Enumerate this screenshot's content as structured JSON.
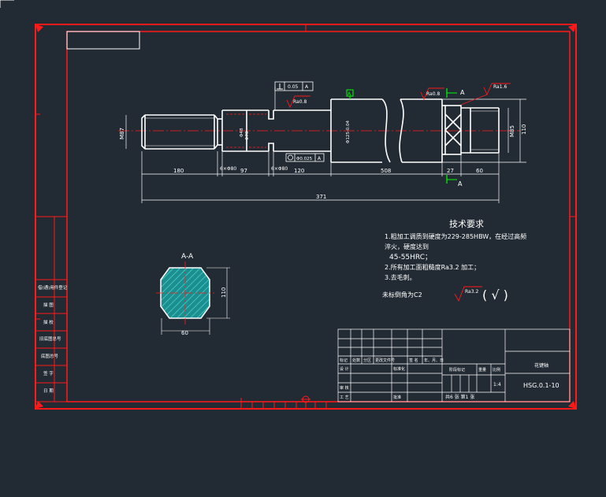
{
  "dimensions": {
    "d_left": "M87",
    "d_right": "M85",
    "h_right": "110",
    "lens": [
      "180",
      "97",
      "120",
      "508",
      "27",
      "60"
    ],
    "groove_a": "6×Φ80",
    "groove_b": "6×Φ80",
    "total": "371",
    "dia_small": "Φ48",
    "dia_mid": "Φ70",
    "dia_main": "Φ125-0.04"
  },
  "annotations": {
    "rough_a": "Ra0.8",
    "rough_b": "Ra0.8",
    "rough_c": "Ra1.6",
    "perp_tol": "0.05",
    "datum": "A",
    "coax_tol": "Φ0.025",
    "section_label": "A",
    "section_label_b": "A",
    "datum_box": "A"
  },
  "section": {
    "title": "A-A",
    "height": "110",
    "width": "60"
  },
  "requirements": {
    "title": "技术要求",
    "line1": "1.粗加工调质到硬度为229-285HBW，在经过高频",
    "line2": "淬火，硬度达到",
    "line3": "45-55HRC；",
    "line4": "2.所有加工面粗糙度Ra3.2 加工；",
    "line5": "3.去毛刺。",
    "chamfer": "未标倒角为C2",
    "rough_default": "Ra3.2",
    "tick": "( √ )"
  },
  "left_strip": [
    "借(通)用件登记",
    "描 图",
    "描 校",
    "旧底图总号",
    "底图总号",
    "签 字",
    "日 期"
  ],
  "title_block": {
    "part_name": "花键轴",
    "drawing_no": "HSG.0.1-10",
    "scale": "1:4",
    "scale_label": "比例",
    "weight_label": "重量",
    "stage_label": "阶段标记",
    "sheet": "共6 张 第1 张",
    "row_headers": [
      "标记",
      "处数",
      "分区",
      "更改文件号",
      "签 名",
      "年、月、日"
    ],
    "row_design": "设 计",
    "std_label": "标准化",
    "review": "审 核",
    "process": "工 艺",
    "approve": "批准"
  }
}
